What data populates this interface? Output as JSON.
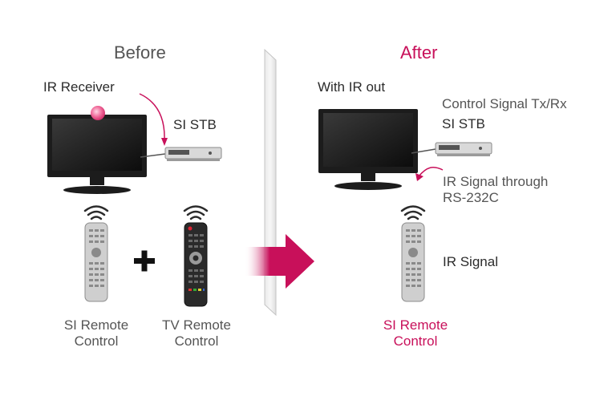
{
  "before": {
    "heading": "Before",
    "ir_receiver_label": "IR Receiver",
    "stb_label": "SI STB",
    "si_remote_label": [
      "SI Remote",
      "Control"
    ],
    "tv_remote_label": [
      "TV Remote",
      "Control"
    ],
    "plus_symbol": "+"
  },
  "after": {
    "heading": "After",
    "ir_out_label": "With IR out",
    "control_signal_label": "Control Signal Tx/Rx",
    "stb_label": "SI STB",
    "ir_through_label": [
      "IR Signal through",
      "RS-232C"
    ],
    "ir_signal_label": "IR Signal",
    "si_remote_label": [
      "SI Remote",
      "Control"
    ]
  },
  "colors": {
    "accent": "#c8105a",
    "text_dark": "#2b2b2b",
    "text_grey": "#555555",
    "tv_body": "#1c1c1c",
    "stb_body": "#d9d9d9",
    "remote_light": "#cfcfcf",
    "remote_dark": "#2a2a2a"
  },
  "icons": [
    "tv-icon",
    "set-top-box-icon",
    "remote-control-icon",
    "ir-waves-icon",
    "arrow-right-icon",
    "plus-icon",
    "ir-receiver-dot-icon"
  ]
}
